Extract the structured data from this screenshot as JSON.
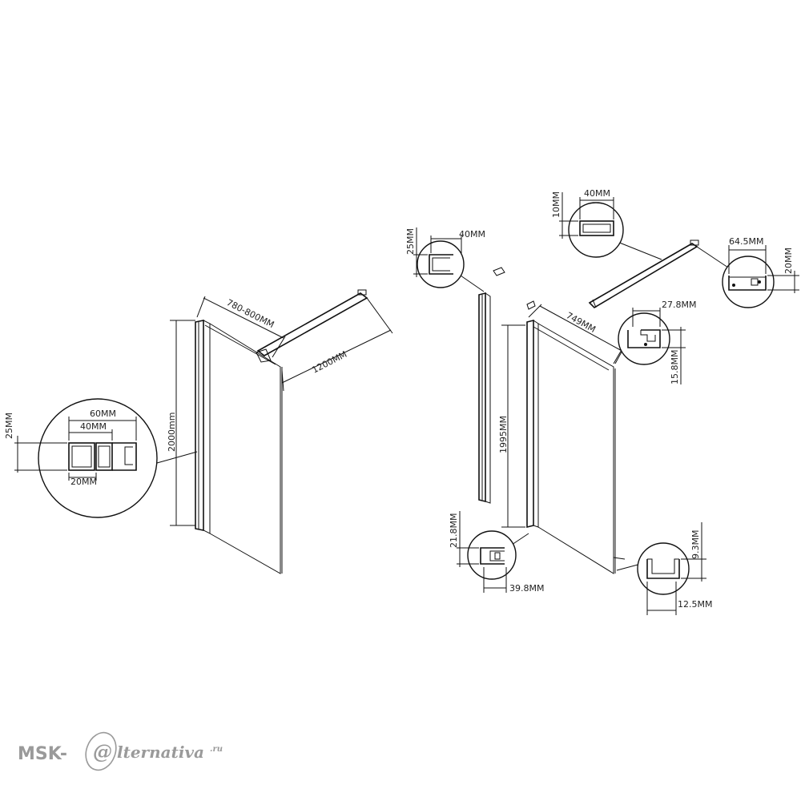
{
  "left_panel": {
    "height_label": "2000mm",
    "width_label": "780-800MM",
    "bar_label": "1200MM"
  },
  "left_detail": {
    "h_25": "25MM",
    "w_60": "60MM",
    "w_40": "40MM",
    "w_20": "20MM"
  },
  "right_panel": {
    "height_label": "1995MM",
    "width_label": "749MM"
  },
  "top_profile": {
    "w": "40MM",
    "h": "25MM"
  },
  "bar_profile": {
    "w": "40MM",
    "h": "10MM"
  },
  "bracket_profile": {
    "w": "64.5MM",
    "h": "20MM"
  },
  "clamp_profile": {
    "w": "27.8MM",
    "h": "15.8MM"
  },
  "bottom_profile_left": {
    "h": "21.8MM",
    "w": "39.8MM"
  },
  "bottom_profile_right": {
    "h": "9.3MM",
    "w": "12.5MM"
  },
  "watermark": {
    "prefix": "MSK-",
    "at": "@",
    "suffix": "lternativa",
    "tld": ".ru"
  }
}
